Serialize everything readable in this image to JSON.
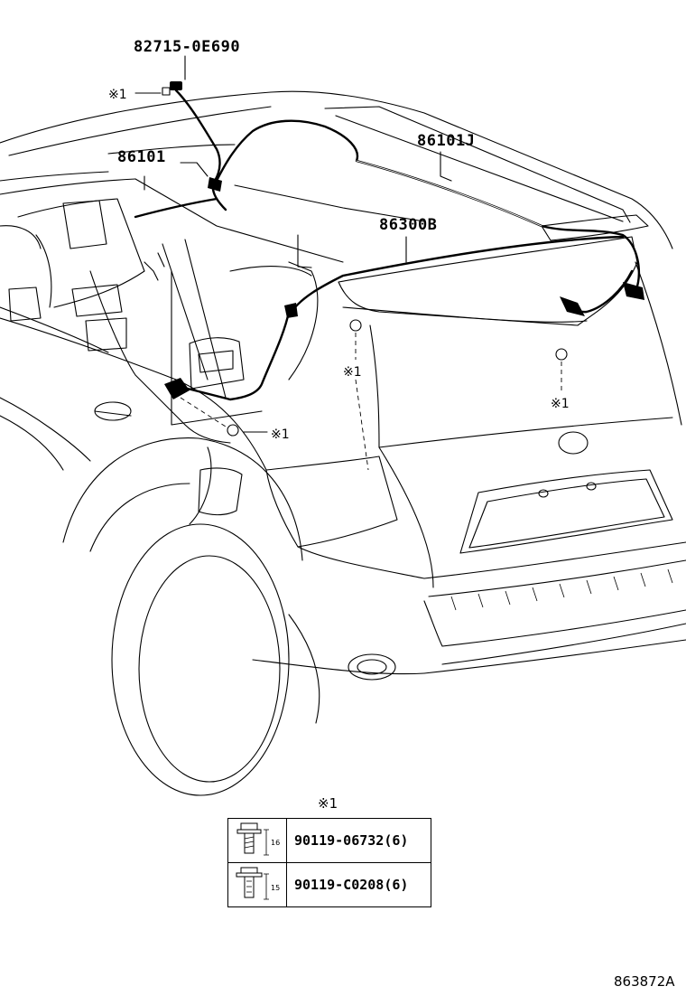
{
  "labels": {
    "part_82715": "82715-0E690",
    "part_86101": "86101",
    "part_86101J": "86101J",
    "part_86300B": "86300B",
    "note_mark": "※1"
  },
  "table": {
    "header": "※1",
    "rows": [
      {
        "part": "90119-06732(6)",
        "dim": "16"
      },
      {
        "part": "90119-C0208(6)",
        "dim": "15"
      }
    ]
  },
  "doc_code": "863872A"
}
